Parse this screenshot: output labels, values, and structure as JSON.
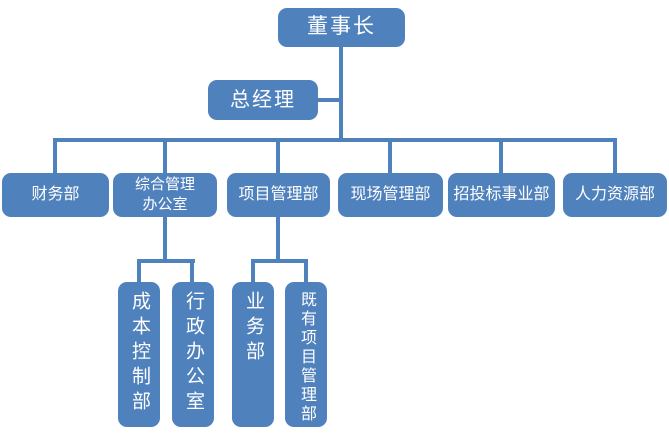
{
  "meta": {
    "title": "公司组织结构图",
    "diagram_type": "org-chart"
  },
  "colors": {
    "accent": "#4f81bd",
    "node_text": "#ffffff",
    "background": "#ffffff"
  },
  "org": {
    "root": {
      "label": "董事长"
    },
    "assistant": {
      "label": "总经理"
    },
    "departments": [
      {
        "label": "财务部"
      },
      {
        "label": "综合管理办公室",
        "lines": [
          "综合管理",
          "办公室"
        ],
        "children": [
          {
            "label": "成本控制部"
          },
          {
            "label": "行政办公室"
          }
        ]
      },
      {
        "label": "项目管理部",
        "children": [
          {
            "label": "业务部"
          },
          {
            "label": "既有项目管理部"
          }
        ]
      },
      {
        "label": "现场管理部"
      },
      {
        "label": "招投标事业部"
      },
      {
        "label": "人力资源部"
      }
    ]
  }
}
